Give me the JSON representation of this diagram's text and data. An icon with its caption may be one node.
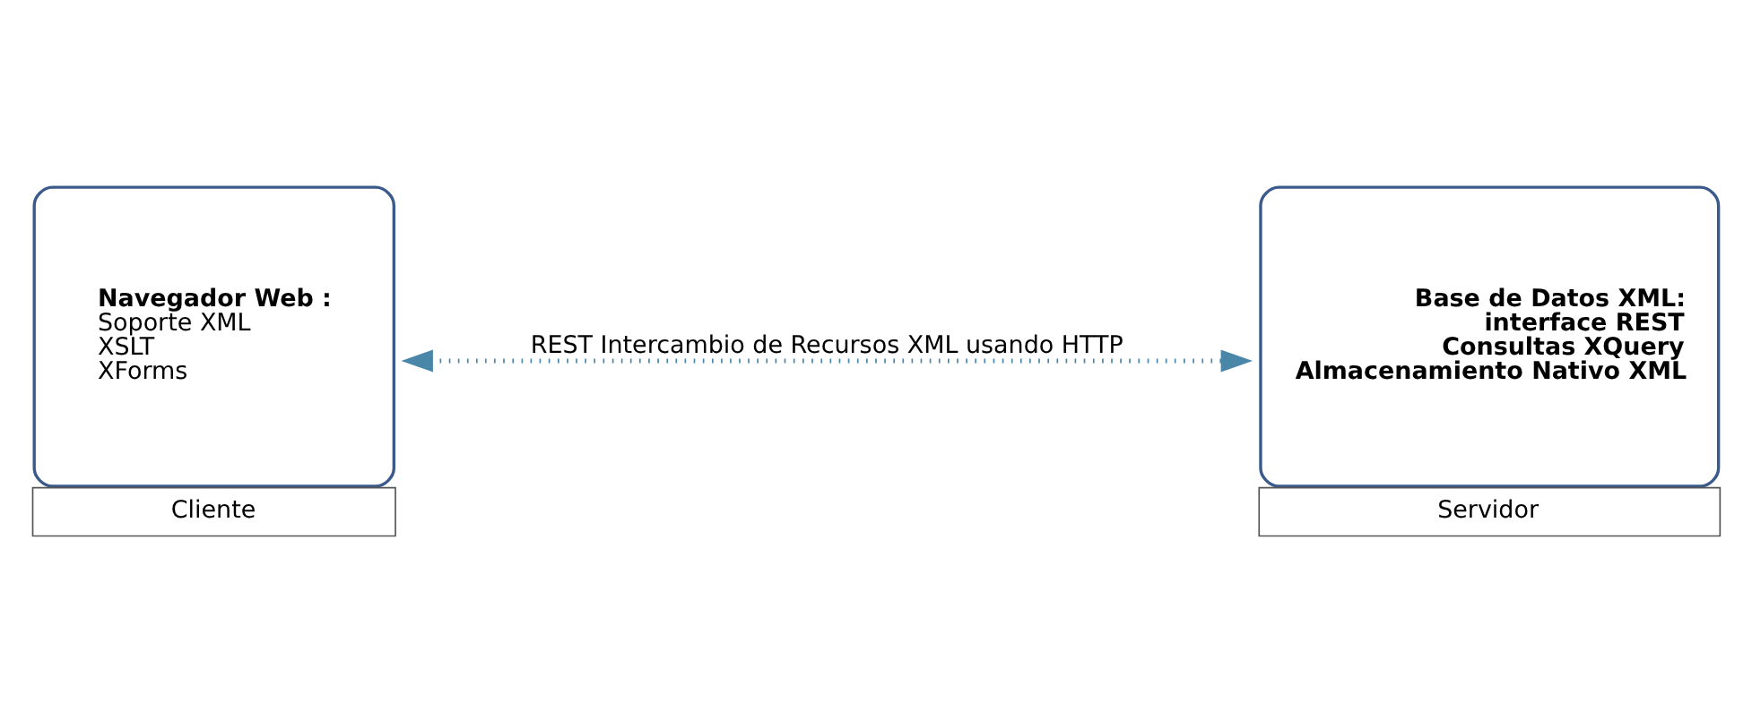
{
  "diagram": {
    "nodes": [
      {
        "text": [
          "Navegador Web :",
          "Soporte XML",
          "XSLT",
          "XForms"
        ],
        "beside": [
          "Cliente"
        ]
      },
      {
        "text": [
          "Base de Datos XML:",
          "interface REST",
          "Consultas XQuery",
          "Almacenamiento Nativo XML"
        ],
        "beside": [
          "Servidor"
        ]
      }
    ],
    "edges": [
      {
        "from": 0,
        "to": 1,
        "arrow": "both",
        "label": "REST Intercambio de Recursos XML usando HTTP",
        "style": "dashed"
      }
    ]
  }
}
